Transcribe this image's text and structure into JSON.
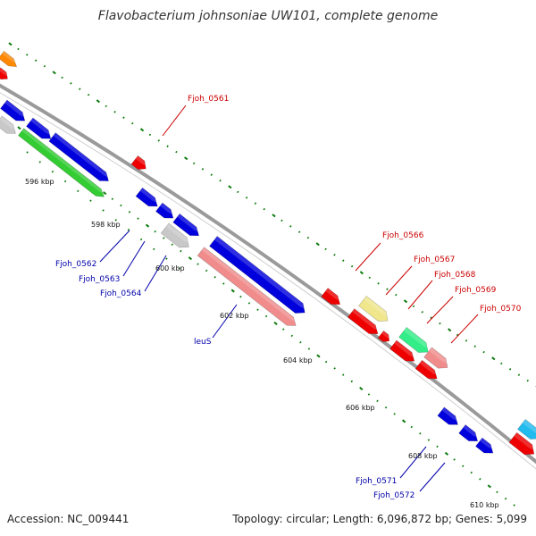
{
  "title": "Flavobacterium johnsoniae UW101, complete genome",
  "footer": {
    "accession": "Accession: NC_009441",
    "summary": "Topology: circular; Length: 6,096,872 bp; Genes: 5,099"
  },
  "colors": {
    "backbone": "#8a8a8a",
    "tick": "#0a7a0a",
    "red_label": "#cc0000",
    "blue_label": "#0000aa",
    "blue": "#0000dd",
    "red": "#ee0000",
    "pink": "#f08c8c",
    "green": "#33cc33",
    "orange": "#ff8800",
    "grey": "#c8c8c8",
    "yellow": "#f0e68c",
    "mint": "#33ee88",
    "cyan": "#22bbee"
  },
  "scale_labels": [
    "596 kbp",
    "598 kbp",
    "600 kbp",
    "602 kbp",
    "604 kbp",
    "606 kbp",
    "608 kbp",
    "610 kbp"
  ],
  "gene_labels": {
    "red": [
      "Fjoh_0561",
      "Fjoh_0566",
      "Fjoh_0567",
      "Fjoh_0568",
      "Fjoh_0569",
      "Fjoh_0570"
    ],
    "blue": [
      "Fjoh_0562",
      "Fjoh_0563",
      "Fjoh_0564",
      "leuS",
      "Fjoh_0571",
      "Fjoh_0572"
    ]
  }
}
